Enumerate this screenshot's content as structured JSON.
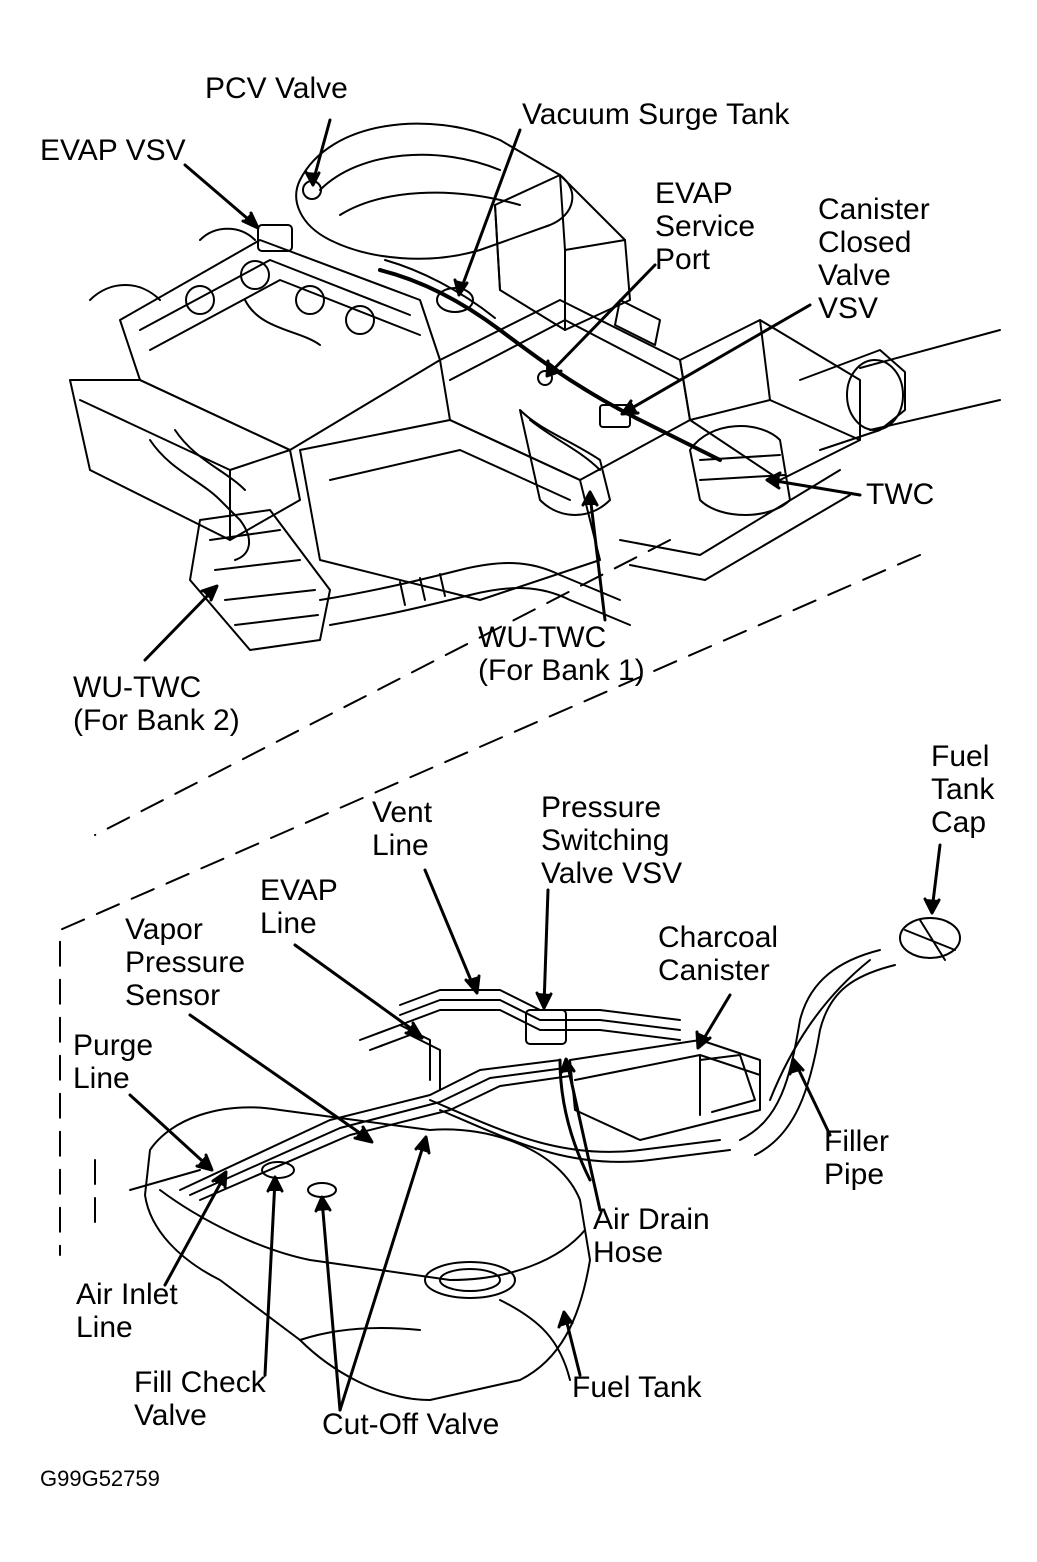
{
  "labels": {
    "pcv_valve": "PCV Valve",
    "evap_vsv": "EVAP VSV",
    "vacuum_surge_tank": "Vacuum Surge Tank",
    "evap_service_port": "EVAP\nService\nPort",
    "canister_closed_valve_vsv": "Canister\nClosed\nValve\nVSV",
    "twc": "TWC",
    "wu_twc_bank1": "WU-TWC\n(For Bank 1)",
    "wu_twc_bank2": "WU-TWC\n(For Bank 2)",
    "fuel_tank_cap": "Fuel\nTank\nCap",
    "vent_line": "Vent\nLine",
    "pressure_switching_valve_vsv": "Pressure\nSwitching\nValve VSV",
    "evap_line": "EVAP\nLine",
    "charcoal_canister": "Charcoal\nCanister",
    "vapor_pressure_sensor": "Vapor\nPressure\nSensor",
    "purge_line": "Purge\nLine",
    "filler_pipe": "Filler\nPipe",
    "air_drain_hose": "Air Drain\nHose",
    "air_inlet_line": "Air Inlet\nLine",
    "fill_check_valve": "Fill Check\nValve",
    "cut_off_valve": "Cut-Off Valve",
    "fuel_tank": "Fuel Tank"
  },
  "figure_code": "G99G52759"
}
